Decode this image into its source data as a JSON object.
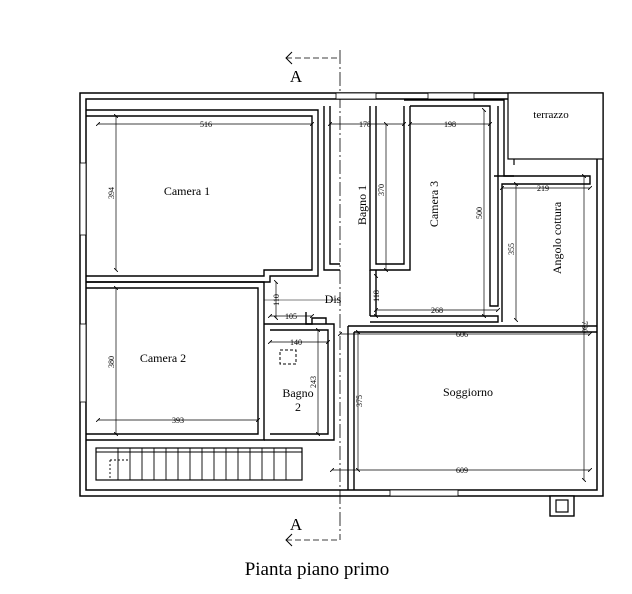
{
  "title": "Pianta piano primo",
  "section_marks": {
    "top": "A",
    "bottom": "A"
  },
  "rooms": {
    "camera1": "Camera 1",
    "camera2": "Camera 2",
    "bagno1": "Bagno   1",
    "camera3": "Camera 3",
    "angolo": "Angolo cottura",
    "soggiorno": "Soggiorno",
    "bagno2_a": "Bagno",
    "bagno2_b": "2",
    "dis": "Dis",
    "terrazzo": "terrazzo"
  },
  "dimensions": {
    "camera1_w": "516",
    "camera1_h": "394",
    "bagno1_w": "178",
    "bagno1_h": "370",
    "camera3_w": "198",
    "camera3_h": "500",
    "angolo_w": "219",
    "angolo_h": "355",
    "camera2_w": "393",
    "camera2_h": "380",
    "dis_110": "110",
    "dis_105": "105",
    "dis_118": "118",
    "dis_268": "268",
    "bagno2_w": "140",
    "bagno2_h": "243",
    "soggiorno_top": "606",
    "soggiorno_h": "375",
    "soggiorno_bottom": "609",
    "right_730": "730"
  }
}
